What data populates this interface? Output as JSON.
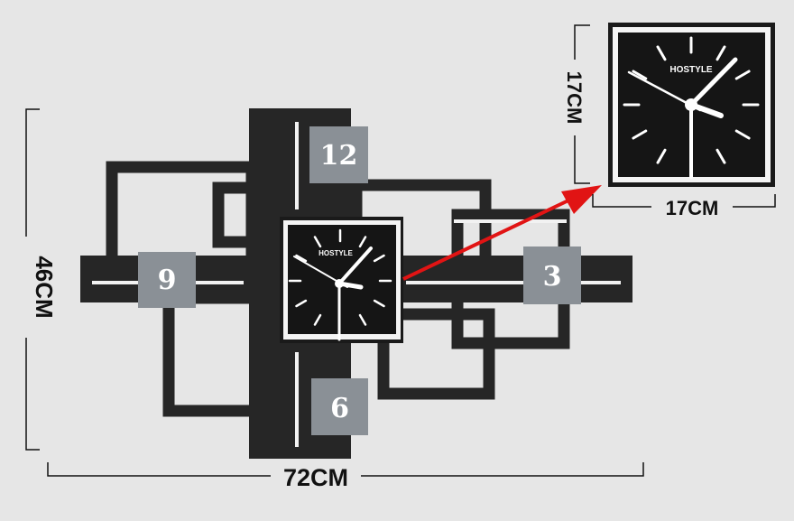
{
  "product": {
    "brand": "HOSTYLE",
    "numbers": {
      "twelve": "12",
      "three": "3",
      "six": "6",
      "nine": "9"
    }
  },
  "dimensions": {
    "width_label": "72CM",
    "height_label": "46CM",
    "face_width_label": "17CM",
    "face_height_label": "17CM"
  },
  "colors": {
    "background": "#e6e6e6",
    "frame": "#262626",
    "number_tile": "#8a9096",
    "arrow": "#e11414",
    "face": "#151515"
  }
}
